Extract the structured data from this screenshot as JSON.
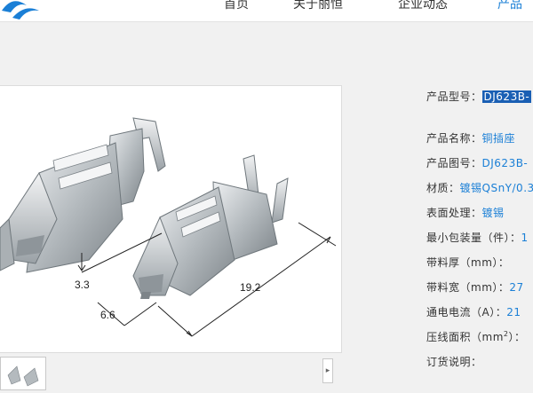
{
  "nav": {
    "items": [
      {
        "label": "首页",
        "active": false
      },
      {
        "label": "关于丽恒",
        "active": false
      },
      {
        "label": "企业动态",
        "active": false
      },
      {
        "label": "产品",
        "active": true
      }
    ]
  },
  "product": {
    "model_label": "产品型号：",
    "model_value": "DJ623B-",
    "specs": [
      {
        "label": "产品名称：",
        "value": "铜插座"
      },
      {
        "label": "产品图号：",
        "value": "DJ623B-"
      },
      {
        "label": "材质：",
        "value": "镀锡QSnY/0.3"
      },
      {
        "label": "表面处理：",
        "value": "镀锡"
      },
      {
        "label": "最小包装量（件）：",
        "value": "1"
      },
      {
        "label": "带料厚（mm）：",
        "value": ""
      },
      {
        "label": "带料宽（mm）：",
        "value": "27"
      },
      {
        "label": "通电电流（A）：",
        "value": "21"
      },
      {
        "label": "压线面积（mm",
        "value": ""
      },
      {
        "label": "订货说明：",
        "value": ""
      }
    ],
    "area_sup": "2",
    "area_suffix": "）："
  },
  "drawing": {
    "dim_thickness": "3.3",
    "dim_width": "6.6",
    "dim_length": "19.2"
  },
  "colors": {
    "accent": "#1a7fd6",
    "selection": "#1a5fb4",
    "metal_light": "#d9dde0",
    "metal_dark": "#7d8489"
  },
  "icons": {
    "logo": "company-logo",
    "thumb_next": "chevron-right-icon"
  }
}
